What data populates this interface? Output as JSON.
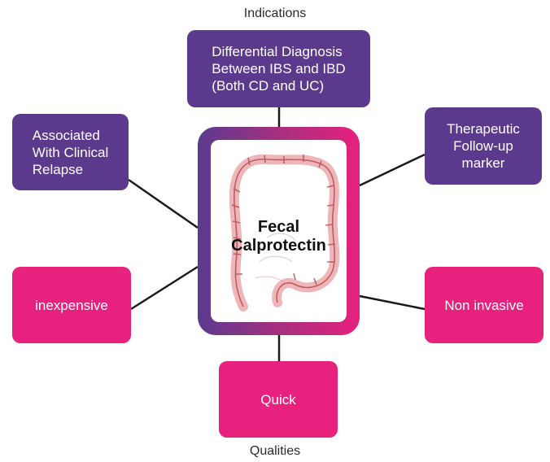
{
  "labels": {
    "top": "Indications",
    "bottom": "Qualities"
  },
  "center": {
    "title_line1": "Fecal",
    "title_line2": "Calprotectin"
  },
  "indications": {
    "differential": [
      "Differential Diagnosis",
      "Between IBS and IBD",
      "(Both CD and UC)"
    ],
    "relapse": [
      "Associated",
      "With Clinical",
      "Relapse"
    ],
    "followup": [
      "Therapeutic",
      "Follow-up",
      "marker"
    ]
  },
  "qualities": {
    "inexpensive": "inexpensive",
    "noninvasive": "Non invasive",
    "quick": "Quick"
  },
  "colors": {
    "indication_box": "#5b3a8e",
    "quality_box": "#e8207e",
    "connector": "#1a1a1a"
  }
}
